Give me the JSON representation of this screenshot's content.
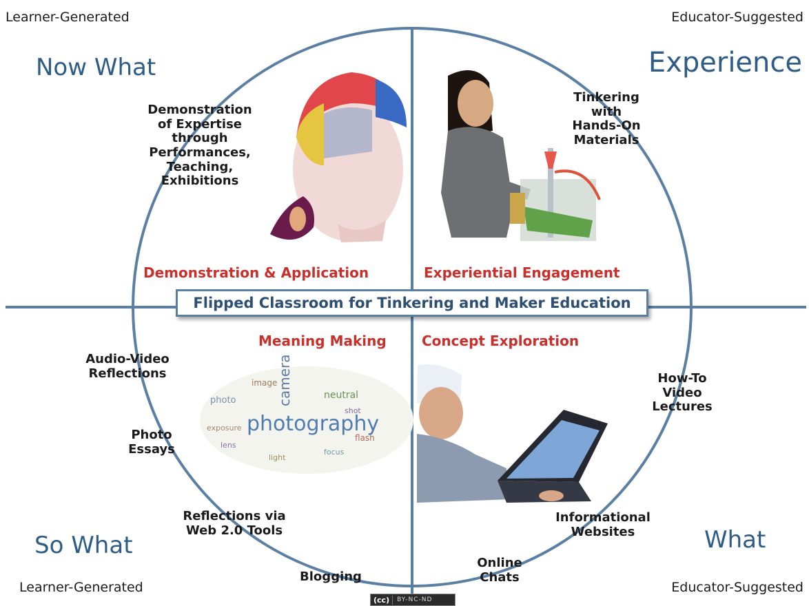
{
  "title": "Flipped Classroom for Tinkering and Maker Education",
  "quadrants": {
    "top_left": {
      "heading": "Now What",
      "phase": "Demonstration & Application",
      "source": "Learner-Generated"
    },
    "top_right": {
      "heading": "Experience",
      "phase": "Experiential Engagement",
      "source": "Educator-Suggested"
    },
    "bottom_left": {
      "heading": "So What",
      "phase": "Meaning Making",
      "source": "Learner-Generated"
    },
    "bottom_right": {
      "heading": "What",
      "phase": "Concept Exploration",
      "source": "Educator-Suggested"
    }
  },
  "activities": {
    "demonstration": "Demonstration\nof Expertise\nthrough\nPerformances,\nTeaching,\nExhibitions",
    "tinkering": "Tinkering\nwith\nHands-On\nMaterials",
    "audio_video": "Audio-Video\nReflections",
    "photo_essays": "Photo\nEssays",
    "web20": "Reflections via\nWeb 2.0 Tools",
    "blogging": "Blogging",
    "howto": "How-To\nVideo\nLectures",
    "informational": "Informational\nWebsites",
    "chats": "Online\nChats"
  },
  "word_cloud": {
    "main_word": "photography",
    "minor_words": [
      "camera",
      "photo",
      "image",
      "flash",
      "neutral",
      "lens",
      "focus",
      "light",
      "shot",
      "exposure"
    ]
  },
  "license": {
    "badge": "(cc)",
    "terms": "BY-NC-ND"
  },
  "colors": {
    "circle": "#5a7fa3",
    "heading": "#2e5c86",
    "phase": "#c8302c"
  }
}
